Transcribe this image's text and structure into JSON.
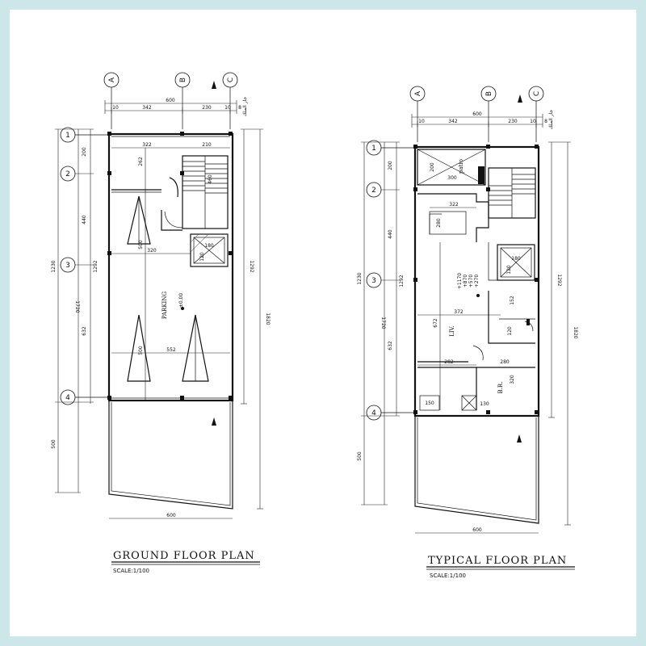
{
  "ground_plan": {
    "title": "GROUND FLOOR PLAN",
    "scale": "SCALE:1/100",
    "grid_cols": [
      "A",
      "B",
      "C"
    ],
    "grid_rows": [
      "1",
      "2",
      "3",
      "4"
    ],
    "top_total": "600",
    "top_dims": [
      "10",
      "342",
      "230",
      "10",
      "8"
    ],
    "arabic_label": "جار الملك",
    "inner_dims": [
      "322",
      "210"
    ],
    "stair_dim": "460",
    "left_row_dims": [
      "200",
      "440",
      "1292",
      "632",
      "1720"
    ],
    "left_outer_dims": [
      "1230",
      "500"
    ],
    "right_dims": [
      "1292",
      "1820"
    ],
    "room_dims": [
      "262",
      "500",
      "320",
      "180",
      "120",
      "500",
      "552"
    ],
    "room_label": "PARKING",
    "level": "±0.00",
    "bottom_dim": "600"
  },
  "typical_plan": {
    "title": "TYPICAL FLOOR PLAN",
    "scale": "SCALE:1/100",
    "grid_cols": [
      "A",
      "B",
      "C"
    ],
    "grid_rows": [
      "1",
      "2",
      "3",
      "4"
    ],
    "top_total": "600",
    "top_dims": [
      "10",
      "342",
      "230",
      "10",
      "8"
    ],
    "arabic_label": "جار الملك",
    "left_row_dims": [
      "200",
      "440",
      "1292",
      "632",
      "1720"
    ],
    "left_outer_dims": [
      "1230",
      "500"
    ],
    "right_dims": [
      "1292",
      "1820"
    ],
    "room_dims": [
      "200",
      "300",
      "322",
      "280",
      "372",
      "672",
      "280",
      "282",
      "152",
      "120",
      "320",
      "150",
      "130",
      "180",
      "120"
    ],
    "patio_label": "patio",
    "liv_label": "LIV.",
    "br_label": "B.R.",
    "levels": [
      "+1170",
      "+870",
      "+570",
      "+270"
    ],
    "bottom_dim": "600"
  }
}
